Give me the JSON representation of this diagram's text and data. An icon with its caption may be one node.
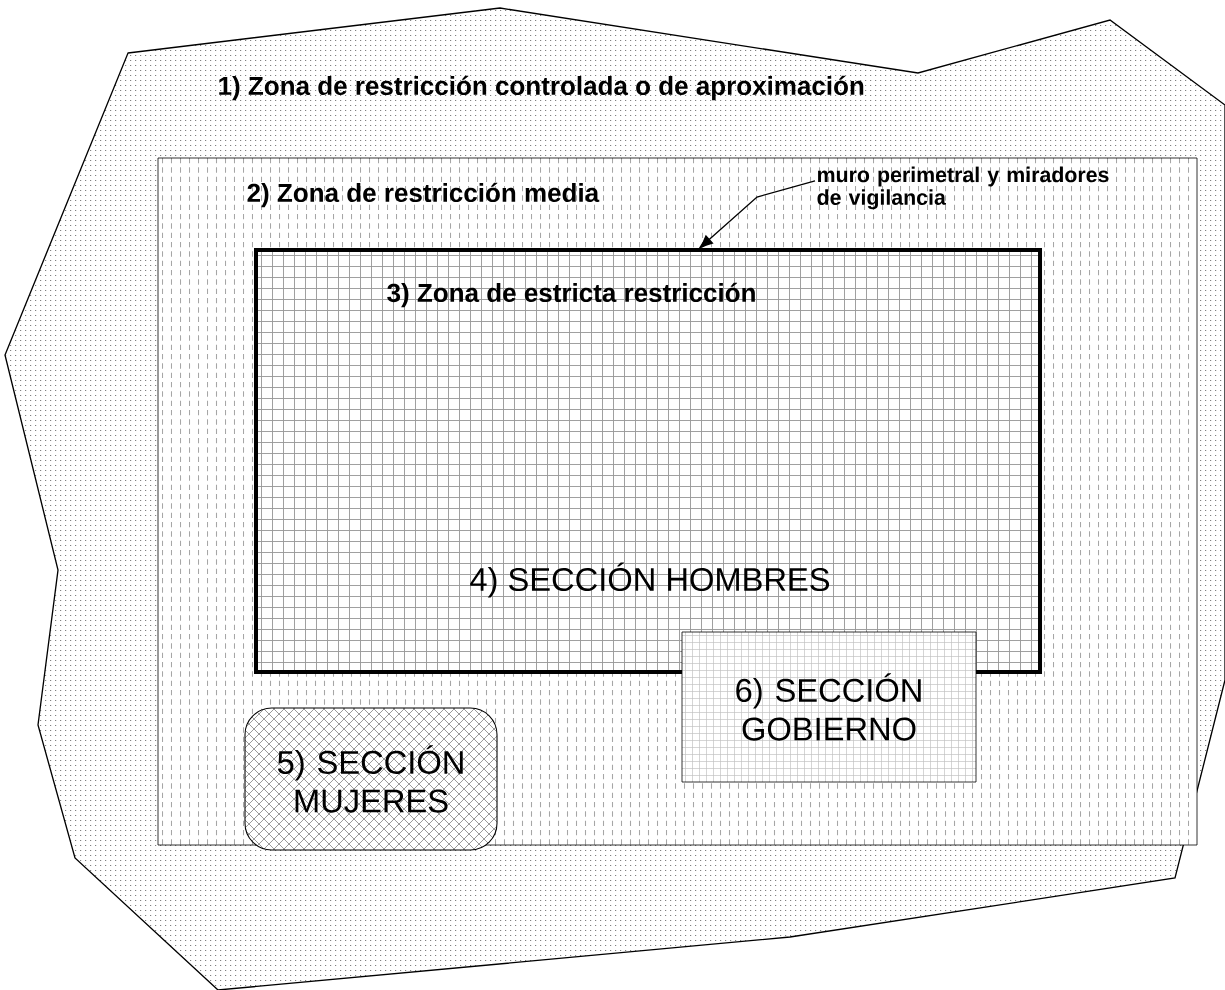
{
  "diagram": {
    "nodes": [
      {
        "text": [
          "1) Zona de restricción controlada o de aproximación"
        ]
      },
      {
        "text": [
          "2) Zona de restricción media"
        ],
        "in": 0
      },
      {
        "text": [
          "3) Zona de estricta restricción",
          "4) SECCIÓN HOMBRES"
        ],
        "in": 1
      },
      {
        "text": [
          "muro perimetral y miradores de vigilancia"
        ],
        "in": 1
      },
      {
        "text": [
          "5) SECCIÓN MUJERES"
        ],
        "in": 1
      },
      {
        "text": [
          "6) SECCIÓN GOBIERNO"
        ],
        "in": 1
      }
    ],
    "edges": [
      {
        "from": 3,
        "to": 2,
        "arrow": "to"
      }
    ]
  }
}
